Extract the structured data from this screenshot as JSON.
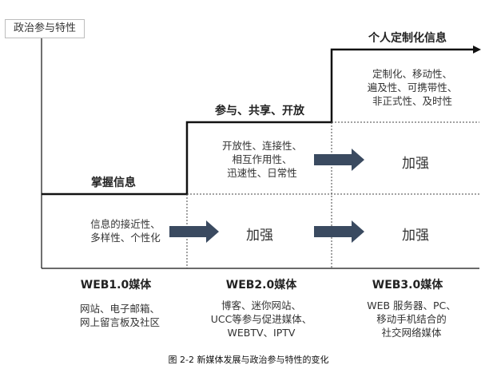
{
  "y_axis_label": "政治参与特性",
  "stages": [
    {
      "title": "掌握信息",
      "traits": [
        "信息的接近性、",
        "多样性、个性化"
      ],
      "media_title": "WEB1.0媒体",
      "media_desc": [
        "网站、电子邮箱、",
        "网上留言板及社区"
      ]
    },
    {
      "title": "参与、共享、开放",
      "traits": [
        "开放性、连接性、",
        "相互作用性、",
        "迅速性、日常性"
      ],
      "enhance": "加强",
      "media_title": "WEB2.0媒体",
      "media_desc": [
        "博客、迷你网站、",
        "UCC等参与促进媒体、",
        "WEBTV、IPTV"
      ]
    },
    {
      "title": "个人定制化信息",
      "traits": [
        "定制化、移动性、",
        "遍及性、可携带性、",
        "非正式性、及时性"
      ],
      "enhance_upper": "加强",
      "enhance_lower": "加强",
      "media_title": "WEB3.0媒体",
      "media_desc": [
        "WEB 服务器、PC、",
        "移动手机结合的",
        "社交网络媒体"
      ]
    }
  ],
  "caption": "图 2-2 新媒体发展与政治参与特性的变化",
  "colors": {
    "arrow": "#3a4a60",
    "line": "#111111",
    "dotted": "#444444"
  }
}
